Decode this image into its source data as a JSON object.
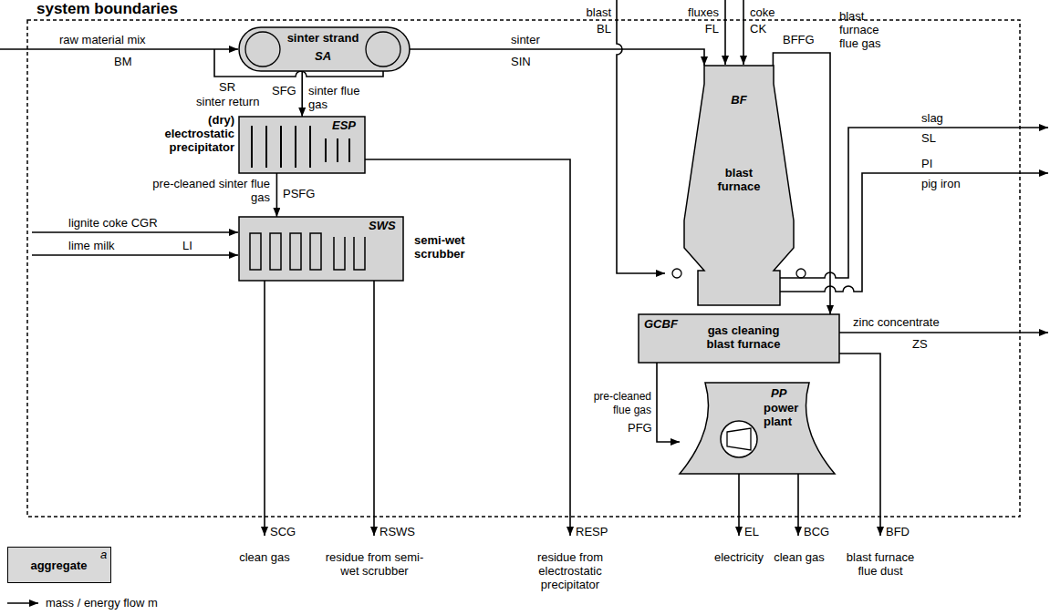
{
  "diagram": {
    "title": "system boundaries",
    "nodes": [
      {
        "text": [
          "sinter strand",
          "SA"
        ]
      },
      {
        "text": [
          "ESP",
          "(dry) electrostatic precipitator"
        ]
      },
      {
        "text": [
          "SWS",
          "semi-wet scrubber"
        ]
      },
      {
        "text": [
          "BF",
          "blast furnace"
        ]
      },
      {
        "text": [
          "GCBF",
          "gas cleaning blast furnace"
        ]
      },
      {
        "text": [
          "PP",
          "power plant"
        ]
      }
    ],
    "edges": [
      {
        "from": 0,
        "to": 1,
        "arrow": "to"
      },
      {
        "from": 1,
        "to": 2,
        "arrow": "to"
      },
      {
        "from": 0,
        "to": 3,
        "arrow": "to"
      },
      {
        "from": 3,
        "to": 4,
        "arrow": "to"
      },
      {
        "from": 4,
        "to": 5,
        "arrow": "to"
      }
    ],
    "labels": [
      "raw material mix",
      "BM",
      "SR",
      "sinter return",
      "SFG",
      "sinter flue gas",
      "sinter",
      "SIN",
      "pre-cleaned sinter flue gas",
      "PSFG",
      "lignite coke CGR",
      "lime milk",
      "LI",
      "blast",
      "BL",
      "fluxes",
      "FL",
      "coke",
      "CK",
      "BFFG",
      "blast furnace flue gas",
      "slag",
      "SL",
      "PI",
      "pig iron",
      "zinc concentrate",
      "ZS",
      "pre-cleaned flue gas",
      "PFG",
      "SCG",
      "clean gas",
      "RSWS",
      "residue from semi-wet scrubber",
      "RESP",
      "residue from electrostatic precipitator",
      "EL",
      "electricity",
      "BCG",
      "clean gas",
      "BFD",
      "blast furnace flue dust",
      "a"
    ],
    "legend": [
      {
        "text": "aggregate",
        "color": "#d9d9d9"
      },
      {
        "text": "mass / energy flow m"
      }
    ]
  }
}
